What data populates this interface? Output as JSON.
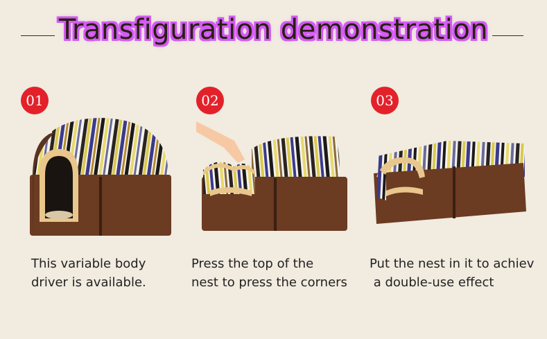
{
  "title": "Transfiguration demonstration",
  "steps": [
    {
      "number": "01",
      "caption": "This variable body\ndriver is available."
    },
    {
      "number": "02",
      "caption": "Press the top of the\nnest to press the corners"
    },
    {
      "number": "03",
      "caption": "Put the nest in it to achiev\n a double-use effect"
    }
  ],
  "colors": {
    "background": "#f1ebe0",
    "title_glow": "#d25bf2",
    "badge": "#e3212a",
    "base_brown": "#6b3b22",
    "fur": "#e8c68c"
  }
}
